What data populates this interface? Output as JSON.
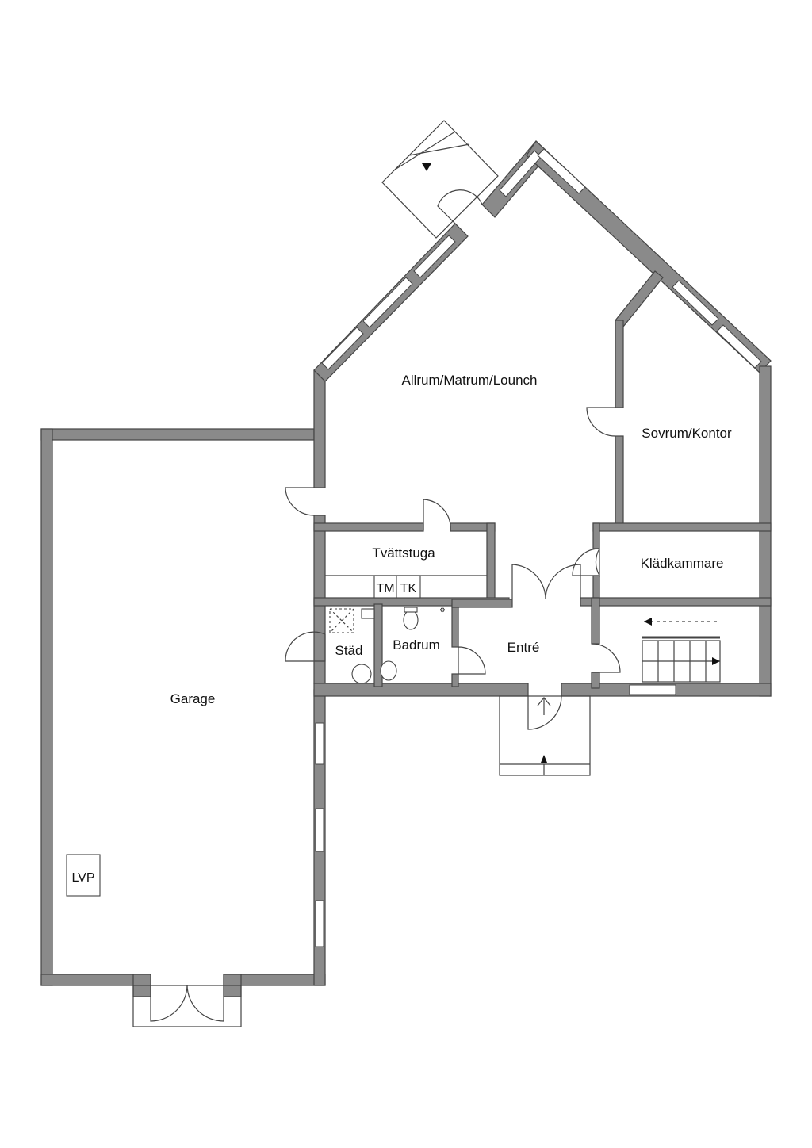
{
  "rooms": {
    "allrum": "Allrum/Matrum/Lounch",
    "sovrum": "Sovrum/Kontor",
    "tvattstuga": "Tvättstuga",
    "kladkammare": "Klädkammare",
    "stad": "Städ",
    "badrum": "Badrum",
    "entre": "Entré",
    "garage": "Garage"
  },
  "appliances": {
    "tm": "TM",
    "tk": "TK",
    "lvp": "LVP"
  },
  "colors": {
    "wall": "#8a8a8a",
    "line": "#444444",
    "background": "#ffffff"
  }
}
